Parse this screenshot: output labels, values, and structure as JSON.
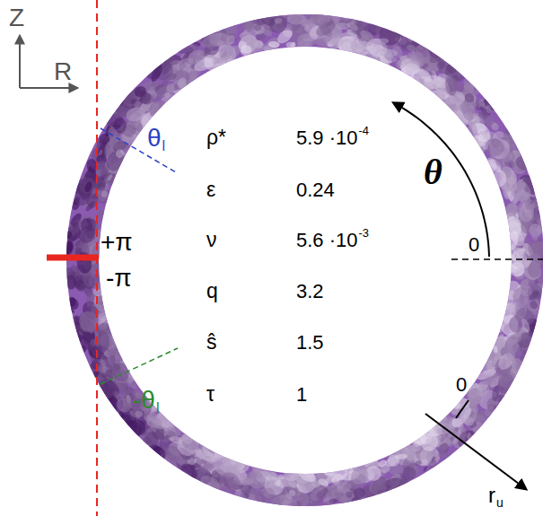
{
  "diagram": {
    "labels": [
      "Z",
      "R",
      "θ",
      "l",
      "-θ",
      "l",
      "+π",
      "-π",
      "θ",
      "0",
      "0",
      "r",
      "u",
      "ρ*",
      "5.9 ·10",
      "-4",
      "ε",
      "0.24",
      "ν",
      "5.6 ·10",
      "-3",
      "q",
      "3.2",
      "ŝ",
      "1.5",
      "τ",
      "1"
    ]
  }
}
